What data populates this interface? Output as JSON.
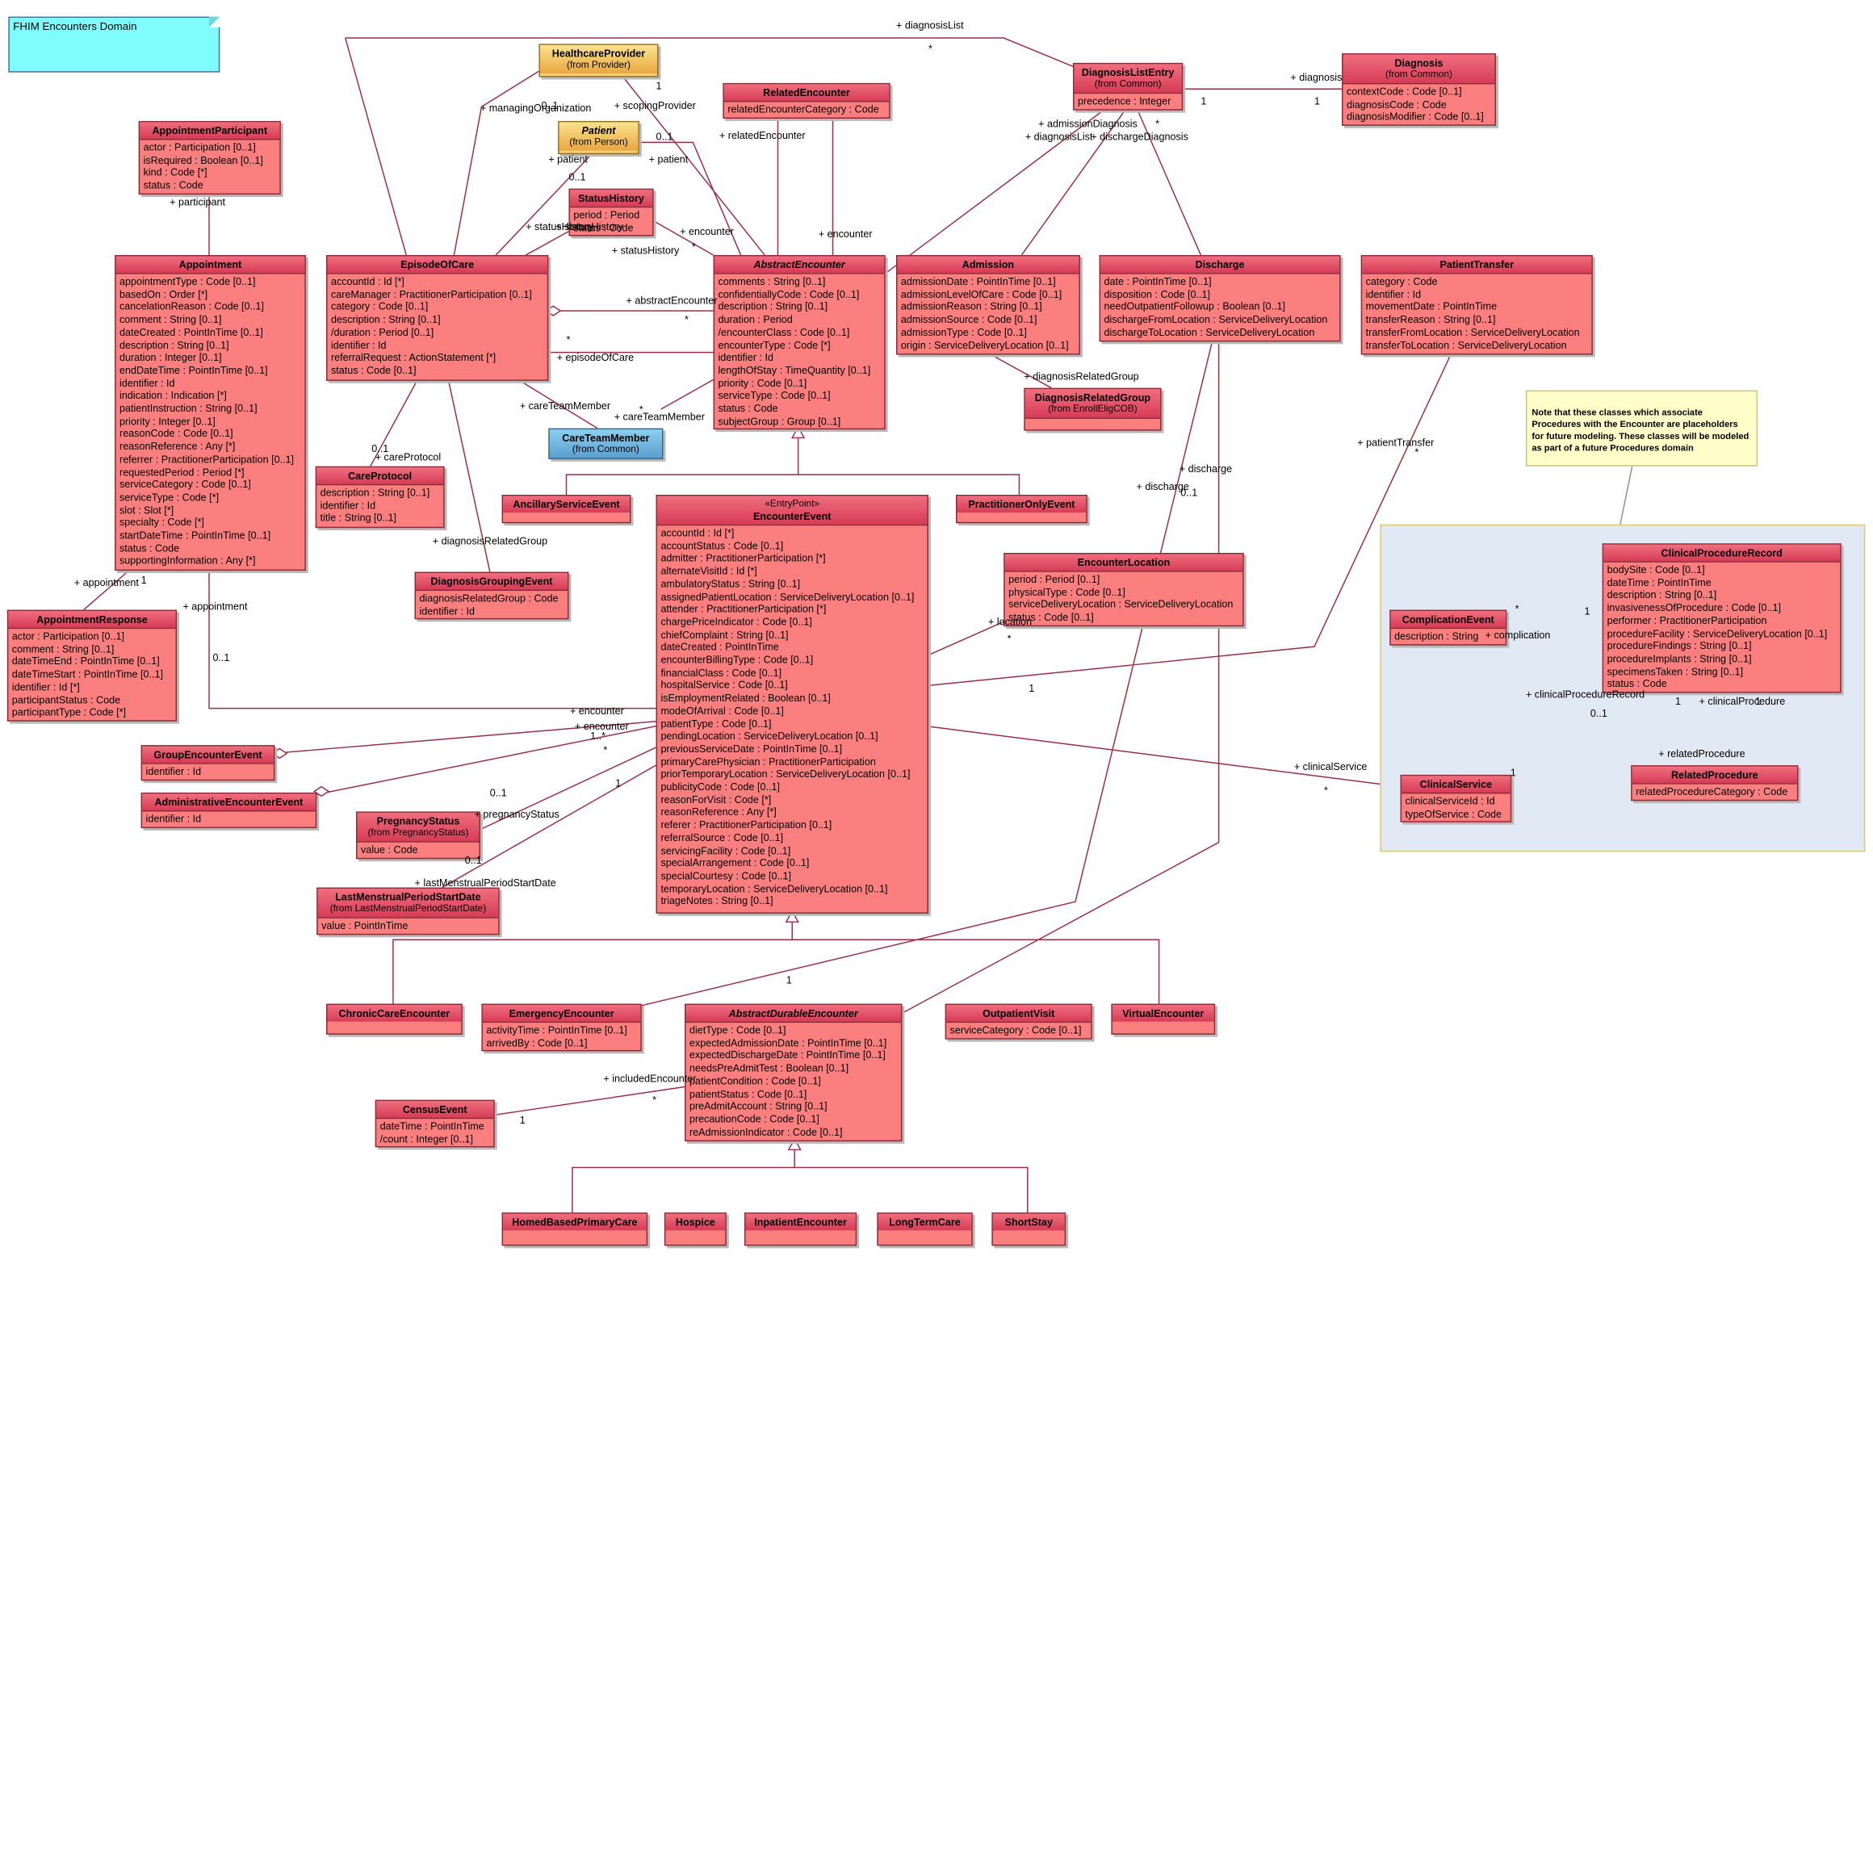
{
  "title_note": "FHIM Encounters Domain",
  "procedures_note": "Note that these classes which associate Procedures with the Encounter are placeholders for future modeling. These classes will be modeled as part of a future Procedures domain",
  "classes": {
    "healthcare_provider": {
      "name": "HealthcareProvider",
      "sub": "(from Provider)"
    },
    "patient": {
      "name": "Patient",
      "sub": "(from Person)"
    },
    "care_team_member": {
      "name": "CareTeamMember",
      "sub": "(from Common)"
    },
    "related_encounter": {
      "name": "RelatedEncounter",
      "attrs": [
        "relatedEncounterCategory : Code"
      ]
    },
    "diagnosis_list_entry": {
      "name": "DiagnosisListEntry",
      "sub": "(from Common)",
      "attrs": [
        "precedence : Integer"
      ]
    },
    "diagnosis": {
      "name": "Diagnosis",
      "sub": "(from Common)",
      "attrs": [
        "contextCode : Code [0..1]",
        "diagnosisCode : Code",
        "diagnosisModifier : Code [0..1]"
      ]
    },
    "appointment_participant": {
      "name": "AppointmentParticipant",
      "attrs": [
        "actor : Participation [0..1]",
        "isRequired : Boolean [0..1]",
        "kind : Code [*]",
        "status : Code"
      ]
    },
    "status_history": {
      "name": "StatusHistory",
      "attrs": [
        "period : Period",
        "status : Code"
      ]
    },
    "appointment": {
      "name": "Appointment",
      "attrs": [
        "appointmentType : Code [0..1]",
        "basedOn : Order [*]",
        "cancelationReason : Code [0..1]",
        "comment : String [0..1]",
        "dateCreated : PointInTime [0..1]",
        "description : String [0..1]",
        "duration : Integer [0..1]",
        "endDateTime : PointInTime [0..1]",
        "identifier : Id",
        "indication : Indication [*]",
        "patientInstruction : String [0..1]",
        "priority : Integer [0..1]",
        "reasonCode : Code [0..1]",
        "reasonReference : Any [*]",
        "referrer : PractitionerParticipation [0..1]",
        "requestedPeriod : Period [*]",
        "serviceCategory : Code [0..1]",
        "serviceType : Code [*]",
        "slot : Slot [*]",
        "specialty : Code [*]",
        "startDateTime : PointInTime [0..1]",
        "status : Code",
        "supportingInformation : Any [*]"
      ]
    },
    "episode_of_care": {
      "name": "EpisodeOfCare",
      "attrs": [
        "accountId : Id [*]",
        "careManager : PractitionerParticipation [0..1]",
        "category : Code [0..1]",
        "description : String [0..1]",
        "/duration : Period [0..1]",
        "identifier : Id",
        "referralRequest : ActionStatement [*]",
        "status : Code [0..1]"
      ]
    },
    "abstract_encounter": {
      "name": "AbstractEncounter",
      "attrs": [
        "comments : String [0..1]",
        "confidentiallyCode : Code [0..1]",
        "description : String [0..1]",
        "duration : Period",
        "/encounterClass : Code [0..1]",
        "encounterType : Code [*]",
        "identifier : Id",
        "lengthOfStay : TimeQuantity [0..1]",
        "priority : Code [0..1]",
        "serviceType : Code [0..1]",
        "status : Code",
        "subjectGroup : Group [0..1]"
      ]
    },
    "admission": {
      "name": "Admission",
      "attrs": [
        "admissionDate : PointInTime [0..1]",
        "admissionLevelOfCare : Code [0..1]",
        "admissionReason : String [0..1]",
        "admissionSource : Code [0..1]",
        "admissionType : Code [0..1]",
        "origin : ServiceDeliveryLocation [0..1]"
      ]
    },
    "discharge": {
      "name": "Discharge",
      "attrs": [
        "date : PointInTime [0..1]",
        "disposition : Code [0..1]",
        "needOutpatientFollowup : Boolean [0..1]",
        "dischargeFromLocation : ServiceDeliveryLocation",
        "dischargeToLocation : ServiceDeliveryLocation"
      ]
    },
    "patient_transfer": {
      "name": "PatientTransfer",
      "attrs": [
        "category : Code",
        "identifier : Id",
        "movementDate : PointInTime",
        "transferReason : String [0..1]",
        "transferFromLocation : ServiceDeliveryLocation",
        "transferToLocation : ServiceDeliveryLocation"
      ]
    },
    "diagnosis_related_group": {
      "name": "DiagnosisRelatedGroup",
      "sub": "(from EnrollEligCOB)"
    },
    "care_protocol": {
      "name": "CareProtocol",
      "attrs": [
        "description : String [0..1]",
        "identifier : Id",
        "title : String [0..1]"
      ]
    },
    "ancillary_service_event": {
      "name": "AncillaryServiceEvent"
    },
    "practitioner_only_event": {
      "name": "PractitionerOnlyEvent"
    },
    "diagnosis_grouping_event": {
      "name": "DiagnosisGroupingEvent",
      "attrs": [
        "diagnosisRelatedGroup : Code",
        "identifier : Id"
      ]
    },
    "encounter_event": {
      "stereotype": "«EntryPoint»",
      "name": "EncounterEvent",
      "attrs": [
        "accountId : Id [*]",
        "accountStatus : Code [0..1]",
        "admitter : PractitionerParticipation [*]",
        "alternateVisitId : Id [*]",
        "ambulatoryStatus : String [0..1]",
        "assignedPatientLocation : ServiceDeliveryLocation [0..1]",
        "attender : PractitionerParticipation [*]",
        "chargePriceIndicator : Code [0..1]",
        "chiefComplaint : String [0..1]",
        "dateCreated : PointInTime",
        "encounterBillingType : Code [0..1]",
        "financialClass : Code [0..1]",
        "hospitalService : Code [0..1]",
        "isEmploymentRelated : Boolean [0..1]",
        "modeOfArrival : Code [0..1]",
        "patientType : Code [0..1]",
        "pendingLocation : ServiceDeliveryLocation [0..1]",
        "previousServiceDate : PointInTime [0..1]",
        "primaryCarePhysician : PractitionerParticipation",
        "priorTemporaryLocation : ServiceDeliveryLocation [0..1]",
        "publicityCode : Code [0..1]",
        "reasonForVisit : Code [*]",
        "reasonReference : Any [*]",
        "referer : PractitionerParticipation [0..1]",
        "referralSource : Code [0..1]",
        "servicingFacility : Code [0..1]",
        "specialArrangement : Code [0..1]",
        "specialCourtesy : Code [0..1]",
        "temporaryLocation : ServiceDeliveryLocation [0..1]",
        "triageNotes : String [0..1]"
      ]
    },
    "encounter_location": {
      "name": "EncounterLocation",
      "attrs": [
        "period : Period [0..1]",
        "physicalType : Code [0..1]",
        "serviceDeliveryLocation : ServiceDeliveryLocation",
        "status : Code [0..1]"
      ]
    },
    "appointment_response": {
      "name": "AppointmentResponse",
      "attrs": [
        "actor : Participation [0..1]",
        "comment : String [0..1]",
        "dateTimeEnd : PointInTime [0..1]",
        "dateTimeStart : PointInTime [0..1]",
        "identifier : Id [*]",
        "participantStatus : Code",
        "participantType : Code [*]"
      ]
    },
    "group_encounter_event": {
      "name": "GroupEncounterEvent",
      "attrs": [
        "identifier : Id"
      ]
    },
    "administrative_encounter_event": {
      "name": "AdministrativeEncounterEvent",
      "attrs": [
        "identifier : Id"
      ]
    },
    "pregnancy_status": {
      "name": "PregnancyStatus",
      "sub": "(from PregnancyStatus)",
      "attrs": [
        "value : Code"
      ]
    },
    "last_menstrual": {
      "name": "LastMenstrualPeriodStartDate",
      "sub": "(from LastMenstrualPeriodStartDate)",
      "attrs": [
        "value : PointInTime"
      ]
    },
    "clinical_procedure_record": {
      "name": "ClinicalProcedureRecord",
      "attrs": [
        "bodySite : Code [0..1]",
        "dateTime : PointInTime",
        "description : String [0..1]",
        "invasivenessOfProcedure : Code [0..1]",
        "performer : PractitionerParticipation",
        "procedureFacility : ServiceDeliveryLocation [0..1]",
        "procedureFindings : String [0..1]",
        "procedureImplants : String [0..1]",
        "specimensTaken : String [0..1]",
        "status : Code"
      ]
    },
    "complication_event": {
      "name": "ComplicationEvent",
      "attrs": [
        "description : String"
      ]
    },
    "clinical_service": {
      "name": "ClinicalService",
      "attrs": [
        "clinicalServiceId : Id",
        "typeOfService : Code"
      ]
    },
    "related_procedure": {
      "name": "RelatedProcedure",
      "attrs": [
        "relatedProcedureCategory : Code"
      ]
    },
    "chronic_care_encounter": {
      "name": "ChronicCareEncounter"
    },
    "emergency_encounter": {
      "name": "EmergencyEncounter",
      "attrs": [
        "activityTime : PointInTime [0..1]",
        "arrivedBy : Code [0..1]"
      ]
    },
    "abstract_durable_encounter": {
      "name": "AbstractDurableEncounter",
      "attrs": [
        "dietType : Code [0..1]",
        "expectedAdmissionDate : PointInTime [0..1]",
        "expectedDischargeDate : PointInTime [0..1]",
        "needsPreAdmitTest : Boolean [0..1]",
        "patientCondition : Code [0..1]",
        "patientStatus : Code [0..1]",
        "preAdmitAccount : String [0..1]",
        "precautionCode : Code [0..1]",
        "reAdmissionIndicator : Code [0..1]"
      ]
    },
    "outpatient_visit": {
      "name": "OutpatientVisit",
      "attrs": [
        "serviceCategory : Code [0..1]"
      ]
    },
    "virtual_encounter": {
      "name": "VirtualEncounter"
    },
    "census_event": {
      "name": "CensusEvent",
      "attrs": [
        "dateTime : PointInTime",
        "/count : Integer [0..1]"
      ]
    },
    "homed_based_primary_care": {
      "name": "HomedBasedPrimaryCare"
    },
    "hospice": {
      "name": "Hospice"
    },
    "inpatient_encounter": {
      "name": "InpatientEncounter"
    },
    "long_term_care": {
      "name": "LongTermCare"
    },
    "short_stay": {
      "name": "ShortStay"
    }
  },
  "labels": [
    "+ diagnosisList",
    "*",
    "+ diagnosis",
    "1",
    "1",
    "+ managingOrganization",
    "0..1",
    "+ scopingProvider",
    "1",
    "+ relatedEncounter",
    "0..1",
    "+ patient",
    "+ patient",
    "0..1",
    "+ admissionDiagnosis",
    "+ diagnosisList",
    "+ dischargeDiagnosis",
    "*",
    "+ participant",
    "+ statusHistory",
    "+ statusHistory",
    "+ encounter",
    "+ statusHistory",
    "*",
    "+ encounter",
    "+ abstractEncounter",
    "*",
    "*",
    "+ episodeOfCare",
    "+ careTeamMember",
    "+ careTeamMember",
    "*",
    "+ diagnosisRelatedGroup",
    "0..1",
    "+ careProtocol",
    "+ patientTransfer",
    "*",
    "+ discharge",
    "0..1",
    "+ discharge",
    "+ diagnosisRelatedGroup",
    "+ appointment",
    "1",
    "+ appointment",
    "0..1",
    "+ location",
    "*",
    "1",
    "+ complication",
    "*",
    "1",
    "+ clinicalProcedureRecord",
    "0..1",
    "1",
    "+ clinicalProcedure",
    "1",
    "+ relatedProcedure",
    "+ encounter",
    "+ encounter",
    "1..*",
    "*",
    "+ clinicalService",
    "*",
    "1",
    "0..1",
    "+ pregnancyStatus",
    "1",
    "0..1",
    "+ lastMenstrualPeriodStartDate",
    "1",
    "+ includedEncounter",
    "*",
    "1"
  ]
}
